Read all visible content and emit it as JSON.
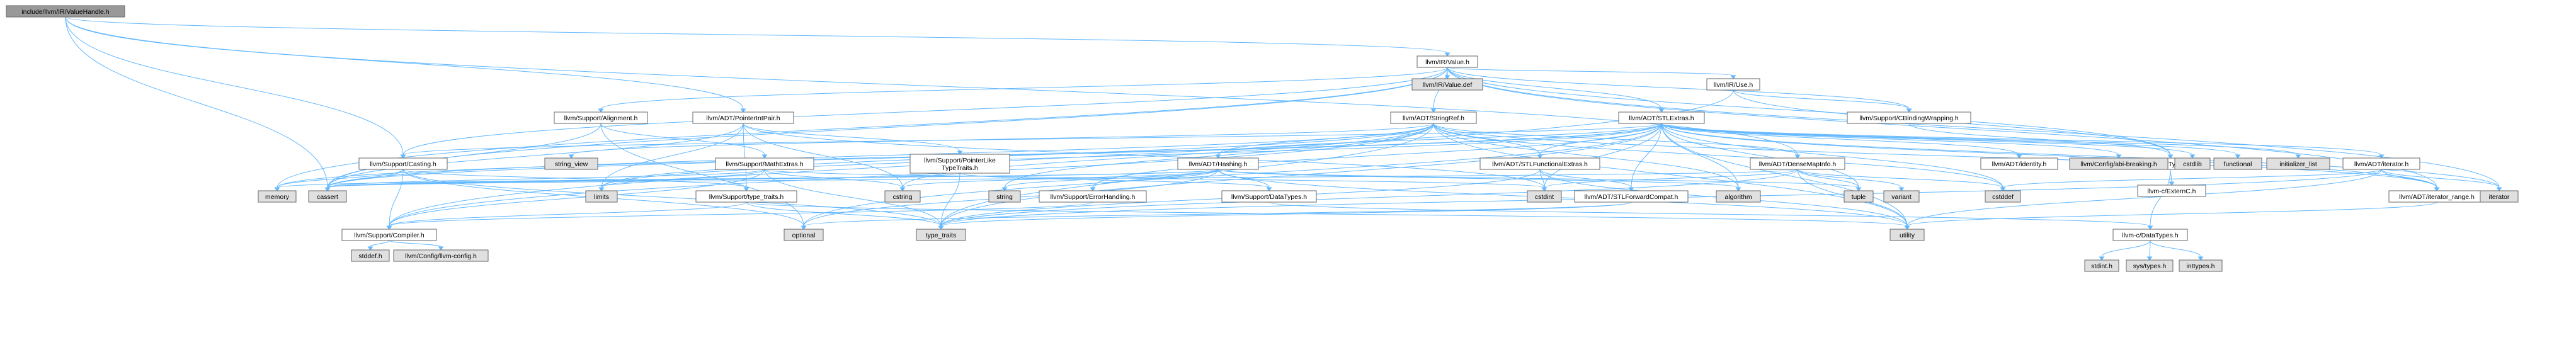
{
  "colors": {
    "root_fill": "#999999",
    "normal_fill": "#ffffff",
    "system_fill": "#e0e0e0",
    "red_text": "#ff0000",
    "edge": "#63b8ff",
    "node_border": "#666666"
  },
  "nodes": [
    {
      "id": "n_valuehandle",
      "lines": [
        "include/llvm/IR/ValueHandle.h"
      ],
      "kind": "root"
    },
    {
      "id": "n_value",
      "lines": [
        "llvm/IR/Value.h"
      ],
      "kind": "normal"
    },
    {
      "id": "n_valuedef",
      "lines": [
        "llvm/IR/Value.def"
      ],
      "kind": "system"
    },
    {
      "id": "n_use",
      "lines": [
        "llvm/IR/Use.h"
      ],
      "kind": "normal"
    },
    {
      "id": "n_alignment",
      "lines": [
        "llvm/Support/Alignment.h"
      ],
      "kind": "normal"
    },
    {
      "id": "n_pointerintpair",
      "lines": [
        "llvm/ADT/PointerIntPair.h"
      ],
      "kind": "normal"
    },
    {
      "id": "n_stringref",
      "lines": [
        "llvm/ADT/StringRef.h"
      ],
      "kind": "normal"
    },
    {
      "id": "n_stlextras",
      "lines": [
        "llvm/ADT/STLExtras.h"
      ],
      "kind": "normal"
    },
    {
      "id": "n_cbinding",
      "lines": [
        "llvm/Support/CBindingWrapping.h"
      ],
      "kind": "normal"
    },
    {
      "id": "n_ctypes",
      "lines": [
        "llvm-c/Types.h"
      ],
      "kind": "normal"
    },
    {
      "id": "n_externc",
      "lines": [
        "llvm-c/ExternC.h"
      ],
      "kind": "normal"
    },
    {
      "id": "n_casting",
      "lines": [
        "llvm/Support/Casting.h"
      ],
      "kind": "normal"
    },
    {
      "id": "n_string_view",
      "lines": [
        "string_view"
      ],
      "kind": "system"
    },
    {
      "id": "n_mathextras",
      "lines": [
        "llvm/Support/MathExtras.h"
      ],
      "kind": "red"
    },
    {
      "id": "n_ptrliketraits",
      "lines": [
        "llvm/Support/PointerLike",
        "TypeTraits.h"
      ],
      "kind": "normal"
    },
    {
      "id": "n_hashing",
      "lines": [
        "llvm/ADT/Hashing.h"
      ],
      "kind": "red"
    },
    {
      "id": "n_stlfunctional",
      "lines": [
        "llvm/ADT/STLFunctionalExtras.h"
      ],
      "kind": "normal"
    },
    {
      "id": "n_densemapinfo",
      "lines": [
        "llvm/ADT/DenseMapInfo.h"
      ],
      "kind": "normal"
    },
    {
      "id": "n_identity",
      "lines": [
        "llvm/ADT/identity.h"
      ],
      "kind": "normal"
    },
    {
      "id": "n_abibreaking",
      "lines": [
        "llvm/Config/abi-breaking.h"
      ],
      "kind": "system"
    },
    {
      "id": "n_cstdlib",
      "lines": [
        "cstdlib"
      ],
      "kind": "system"
    },
    {
      "id": "n_functional",
      "lines": [
        "functional"
      ],
      "kind": "system"
    },
    {
      "id": "n_initlist",
      "lines": [
        "initializer_list"
      ],
      "kind": "system"
    },
    {
      "id": "n_iterator_h",
      "lines": [
        "llvm/ADT/iterator.h"
      ],
      "kind": "normal"
    },
    {
      "id": "n_memory",
      "lines": [
        "memory"
      ],
      "kind": "system"
    },
    {
      "id": "n_cassert",
      "lines": [
        "cassert"
      ],
      "kind": "system"
    },
    {
      "id": "n_limits",
      "lines": [
        "limits"
      ],
      "kind": "system"
    },
    {
      "id": "n_typetraits_h",
      "lines": [
        "llvm/Support/type_traits.h"
      ],
      "kind": "normal"
    },
    {
      "id": "n_cstring",
      "lines": [
        "cstring"
      ],
      "kind": "system"
    },
    {
      "id": "n_string",
      "lines": [
        "string"
      ],
      "kind": "system"
    },
    {
      "id": "n_errorhandling",
      "lines": [
        "llvm/Support/ErrorHandling.h"
      ],
      "kind": "normal"
    },
    {
      "id": "n_datatypes",
      "lines": [
        "llvm/Support/DataTypes.h"
      ],
      "kind": "normal"
    },
    {
      "id": "n_cstdint",
      "lines": [
        "cstdint"
      ],
      "kind": "system"
    },
    {
      "id": "n_stlforward",
      "lines": [
        "llvm/ADT/STLForwardCompat.h"
      ],
      "kind": "normal"
    },
    {
      "id": "n_algorithm",
      "lines": [
        "algorithm"
      ],
      "kind": "system"
    },
    {
      "id": "n_tuple",
      "lines": [
        "tuple"
      ],
      "kind": "system"
    },
    {
      "id": "n_variant",
      "lines": [
        "variant"
      ],
      "kind": "system"
    },
    {
      "id": "n_cstddef",
      "lines": [
        "cstddef"
      ],
      "kind": "system"
    },
    {
      "id": "n_iterrange",
      "lines": [
        "llvm/ADT/iterator_range.h"
      ],
      "kind": "normal"
    },
    {
      "id": "n_iterator",
      "lines": [
        "iterator"
      ],
      "kind": "system"
    },
    {
      "id": "n_compiler",
      "lines": [
        "llvm/Support/Compiler.h"
      ],
      "kind": "normal"
    },
    {
      "id": "n_optional",
      "lines": [
        "optional"
      ],
      "kind": "system"
    },
    {
      "id": "n_type_traits",
      "lines": [
        "type_traits"
      ],
      "kind": "system"
    },
    {
      "id": "n_utility",
      "lines": [
        "utility"
      ],
      "kind": "system"
    },
    {
      "id": "n_cdatatypes",
      "lines": [
        "llvm-c/DataTypes.h"
      ],
      "kind": "normal"
    },
    {
      "id": "n_stddef",
      "lines": [
        "stddef.h"
      ],
      "kind": "system"
    },
    {
      "id": "n_llvmconfig",
      "lines": [
        "llvm/Config/llvm-config.h"
      ],
      "kind": "system"
    },
    {
      "id": "n_stdint",
      "lines": [
        "stdint.h"
      ],
      "kind": "system"
    },
    {
      "id": "n_systypes",
      "lines": [
        "sys/types.h"
      ],
      "kind": "system"
    },
    {
      "id": "n_inttypes",
      "lines": [
        "inttypes.h"
      ],
      "kind": "system"
    }
  ],
  "edges": [
    [
      "n_valuehandle",
      "n_value"
    ],
    [
      "n_valuehandle",
      "n_pointerintpair"
    ],
    [
      "n_valuehandle",
      "n_densemapinfo"
    ],
    [
      "n_valuehandle",
      "n_casting"
    ],
    [
      "n_valuehandle",
      "n_cassert"
    ],
    [
      "n_value",
      "n_valuedef"
    ],
    [
      "n_value",
      "n_use"
    ],
    [
      "n_value",
      "n_alignment"
    ],
    [
      "n_value",
      "n_stringref"
    ],
    [
      "n_value",
      "n_stlextras"
    ],
    [
      "n_value",
      "n_cbinding"
    ],
    [
      "n_value",
      "n_ctypes"
    ],
    [
      "n_value",
      "n_casting"
    ],
    [
      "n_value",
      "n_cassert"
    ],
    [
      "n_value",
      "n_memory"
    ],
    [
      "n_value",
      "n_iterator"
    ],
    [
      "n_value",
      "n_iterrange"
    ],
    [
      "n_use",
      "n_cbinding"
    ],
    [
      "n_use",
      "n_ctypes"
    ],
    [
      "n_use",
      "n_compiler"
    ],
    [
      "n_alignment",
      "n_mathextras"
    ],
    [
      "n_alignment",
      "n_cassert"
    ],
    [
      "n_alignment",
      "n_optional"
    ],
    [
      "n_pointerintpair",
      "n_ptrliketraits"
    ],
    [
      "n_pointerintpair",
      "n_typetraits_h"
    ],
    [
      "n_pointerintpair",
      "n_cassert"
    ],
    [
      "n_pointerintpair",
      "n_cstdint"
    ],
    [
      "n_pointerintpair",
      "n_cstring"
    ],
    [
      "n_pointerintpair",
      "n_limits"
    ],
    [
      "n_stringref",
      "n_densemapinfo"
    ],
    [
      "n_stringref",
      "n_stlfunctional"
    ],
    [
      "n_stringref",
      "n_iterrange"
    ],
    [
      "n_stringref",
      "n_compiler"
    ],
    [
      "n_stringref",
      "n_algorithm"
    ],
    [
      "n_stringref",
      "n_cassert"
    ],
    [
      "n_stringref",
      "n_cstddef"
    ],
    [
      "n_stringref",
      "n_cstring"
    ],
    [
      "n_stringref",
      "n_limits"
    ],
    [
      "n_stringref",
      "n_string"
    ],
    [
      "n_stringref",
      "n_string_view"
    ],
    [
      "n_stringref",
      "n_type_traits"
    ],
    [
      "n_stringref",
      "n_utility"
    ],
    [
      "n_stringref",
      "n_hashing"
    ],
    [
      "n_stlextras",
      "n_hashing"
    ],
    [
      "n_stlextras",
      "n_stlforward"
    ],
    [
      "n_stlextras",
      "n_stlfunctional"
    ],
    [
      "n_stlextras",
      "n_identity"
    ],
    [
      "n_stlextras",
      "n_iterator_h"
    ],
    [
      "n_stlextras",
      "n_iterrange"
    ],
    [
      "n_stlextras",
      "n_abibreaking"
    ],
    [
      "n_stlextras",
      "n_errorhandling"
    ],
    [
      "n_stlextras",
      "n_algorithm"
    ],
    [
      "n_stlextras",
      "n_cassert"
    ],
    [
      "n_stlextras",
      "n_cstddef"
    ],
    [
      "n_stlextras",
      "n_cstdint"
    ],
    [
      "n_stlextras",
      "n_cstdlib"
    ],
    [
      "n_stlextras",
      "n_functional"
    ],
    [
      "n_stlextras",
      "n_initlist"
    ],
    [
      "n_stlextras",
      "n_iterator"
    ],
    [
      "n_stlextras",
      "n_limits"
    ],
    [
      "n_stlextras",
      "n_memory"
    ],
    [
      "n_stlextras",
      "n_optional"
    ],
    [
      "n_stlextras",
      "n_tuple"
    ],
    [
      "n_stlextras",
      "n_type_traits"
    ],
    [
      "n_stlextras",
      "n_utility"
    ],
    [
      "n_stlextras",
      "n_casting"
    ],
    [
      "n_cbinding",
      "n_ctypes"
    ],
    [
      "n_ctypes",
      "n_cdatatypes"
    ],
    [
      "n_ctypes",
      "n_externc"
    ],
    [
      "n_casting",
      "n_compiler"
    ],
    [
      "n_casting",
      "n_typetraits_h"
    ],
    [
      "n_casting",
      "n_cassert"
    ],
    [
      "n_casting",
      "n_memory"
    ],
    [
      "n_casting",
      "n_optional"
    ],
    [
      "n_casting",
      "n_type_traits"
    ],
    [
      "n_mathextras",
      "n_compiler"
    ],
    [
      "n_mathextras",
      "n_cassert"
    ],
    [
      "n_mathextras",
      "n_cstdint"
    ],
    [
      "n_mathextras",
      "n_cstring"
    ],
    [
      "n_mathextras",
      "n_limits"
    ],
    [
      "n_mathextras",
      "n_type_traits"
    ],
    [
      "n_ptrliketraits",
      "n_datatypes"
    ],
    [
      "n_ptrliketraits",
      "n_cassert"
    ],
    [
      "n_ptrliketraits",
      "n_type_traits"
    ],
    [
      "n_hashing",
      "n_errorhandling"
    ],
    [
      "n_hashing",
      "n_datatypes"
    ],
    [
      "n_hashing",
      "n_algorithm"
    ],
    [
      "n_hashing",
      "n_cassert"
    ],
    [
      "n_hashing",
      "n_cstring"
    ],
    [
      "n_hashing",
      "n_optional"
    ],
    [
      "n_hashing",
      "n_string"
    ],
    [
      "n_hashing",
      "n_tuple"
    ],
    [
      "n_hashing",
      "n_utility"
    ],
    [
      "n_hashing",
      "n_memory"
    ],
    [
      "n_stlfunctional",
      "n_stlforward"
    ],
    [
      "n_stlfunctional",
      "n_cstdint"
    ],
    [
      "n_stlfunctional",
      "n_type_traits"
    ],
    [
      "n_stlfunctional",
      "n_utility"
    ],
    [
      "n_densemapinfo",
      "n_cassert"
    ],
    [
      "n_densemapinfo",
      "n_cstddef"
    ],
    [
      "n_densemapinfo",
      "n_cstdint"
    ],
    [
      "n_densemapinfo",
      "n_tuple"
    ],
    [
      "n_densemapinfo",
      "n_type_traits"
    ],
    [
      "n_densemapinfo",
      "n_utility"
    ],
    [
      "n_densemapinfo",
      "n_variant"
    ],
    [
      "n_iterator_h",
      "n_iterrange"
    ],
    [
      "n_iterator_h",
      "n_cstddef"
    ],
    [
      "n_iterator_h",
      "n_iterator"
    ],
    [
      "n_iterator_h",
      "n_type_traits"
    ],
    [
      "n_iterator_h",
      "n_utility"
    ],
    [
      "n_typetraits_h",
      "n_compiler"
    ],
    [
      "n_typetraits_h",
      "n_type_traits"
    ],
    [
      "n_typetraits_h",
      "n_utility"
    ],
    [
      "n_errorhandling",
      "n_compiler"
    ],
    [
      "n_datatypes",
      "n_cdatatypes"
    ],
    [
      "n_stlforward",
      "n_optional"
    ],
    [
      "n_stlforward",
      "n_type_traits"
    ],
    [
      "n_iterrange",
      "n_utility"
    ],
    [
      "n_compiler",
      "n_stddef"
    ],
    [
      "n_compiler",
      "n_llvmconfig"
    ],
    [
      "n_cdatatypes",
      "n_stdint"
    ],
    [
      "n_cdatatypes",
      "n_systypes"
    ],
    [
      "n_cdatatypes",
      "n_inttypes"
    ]
  ]
}
